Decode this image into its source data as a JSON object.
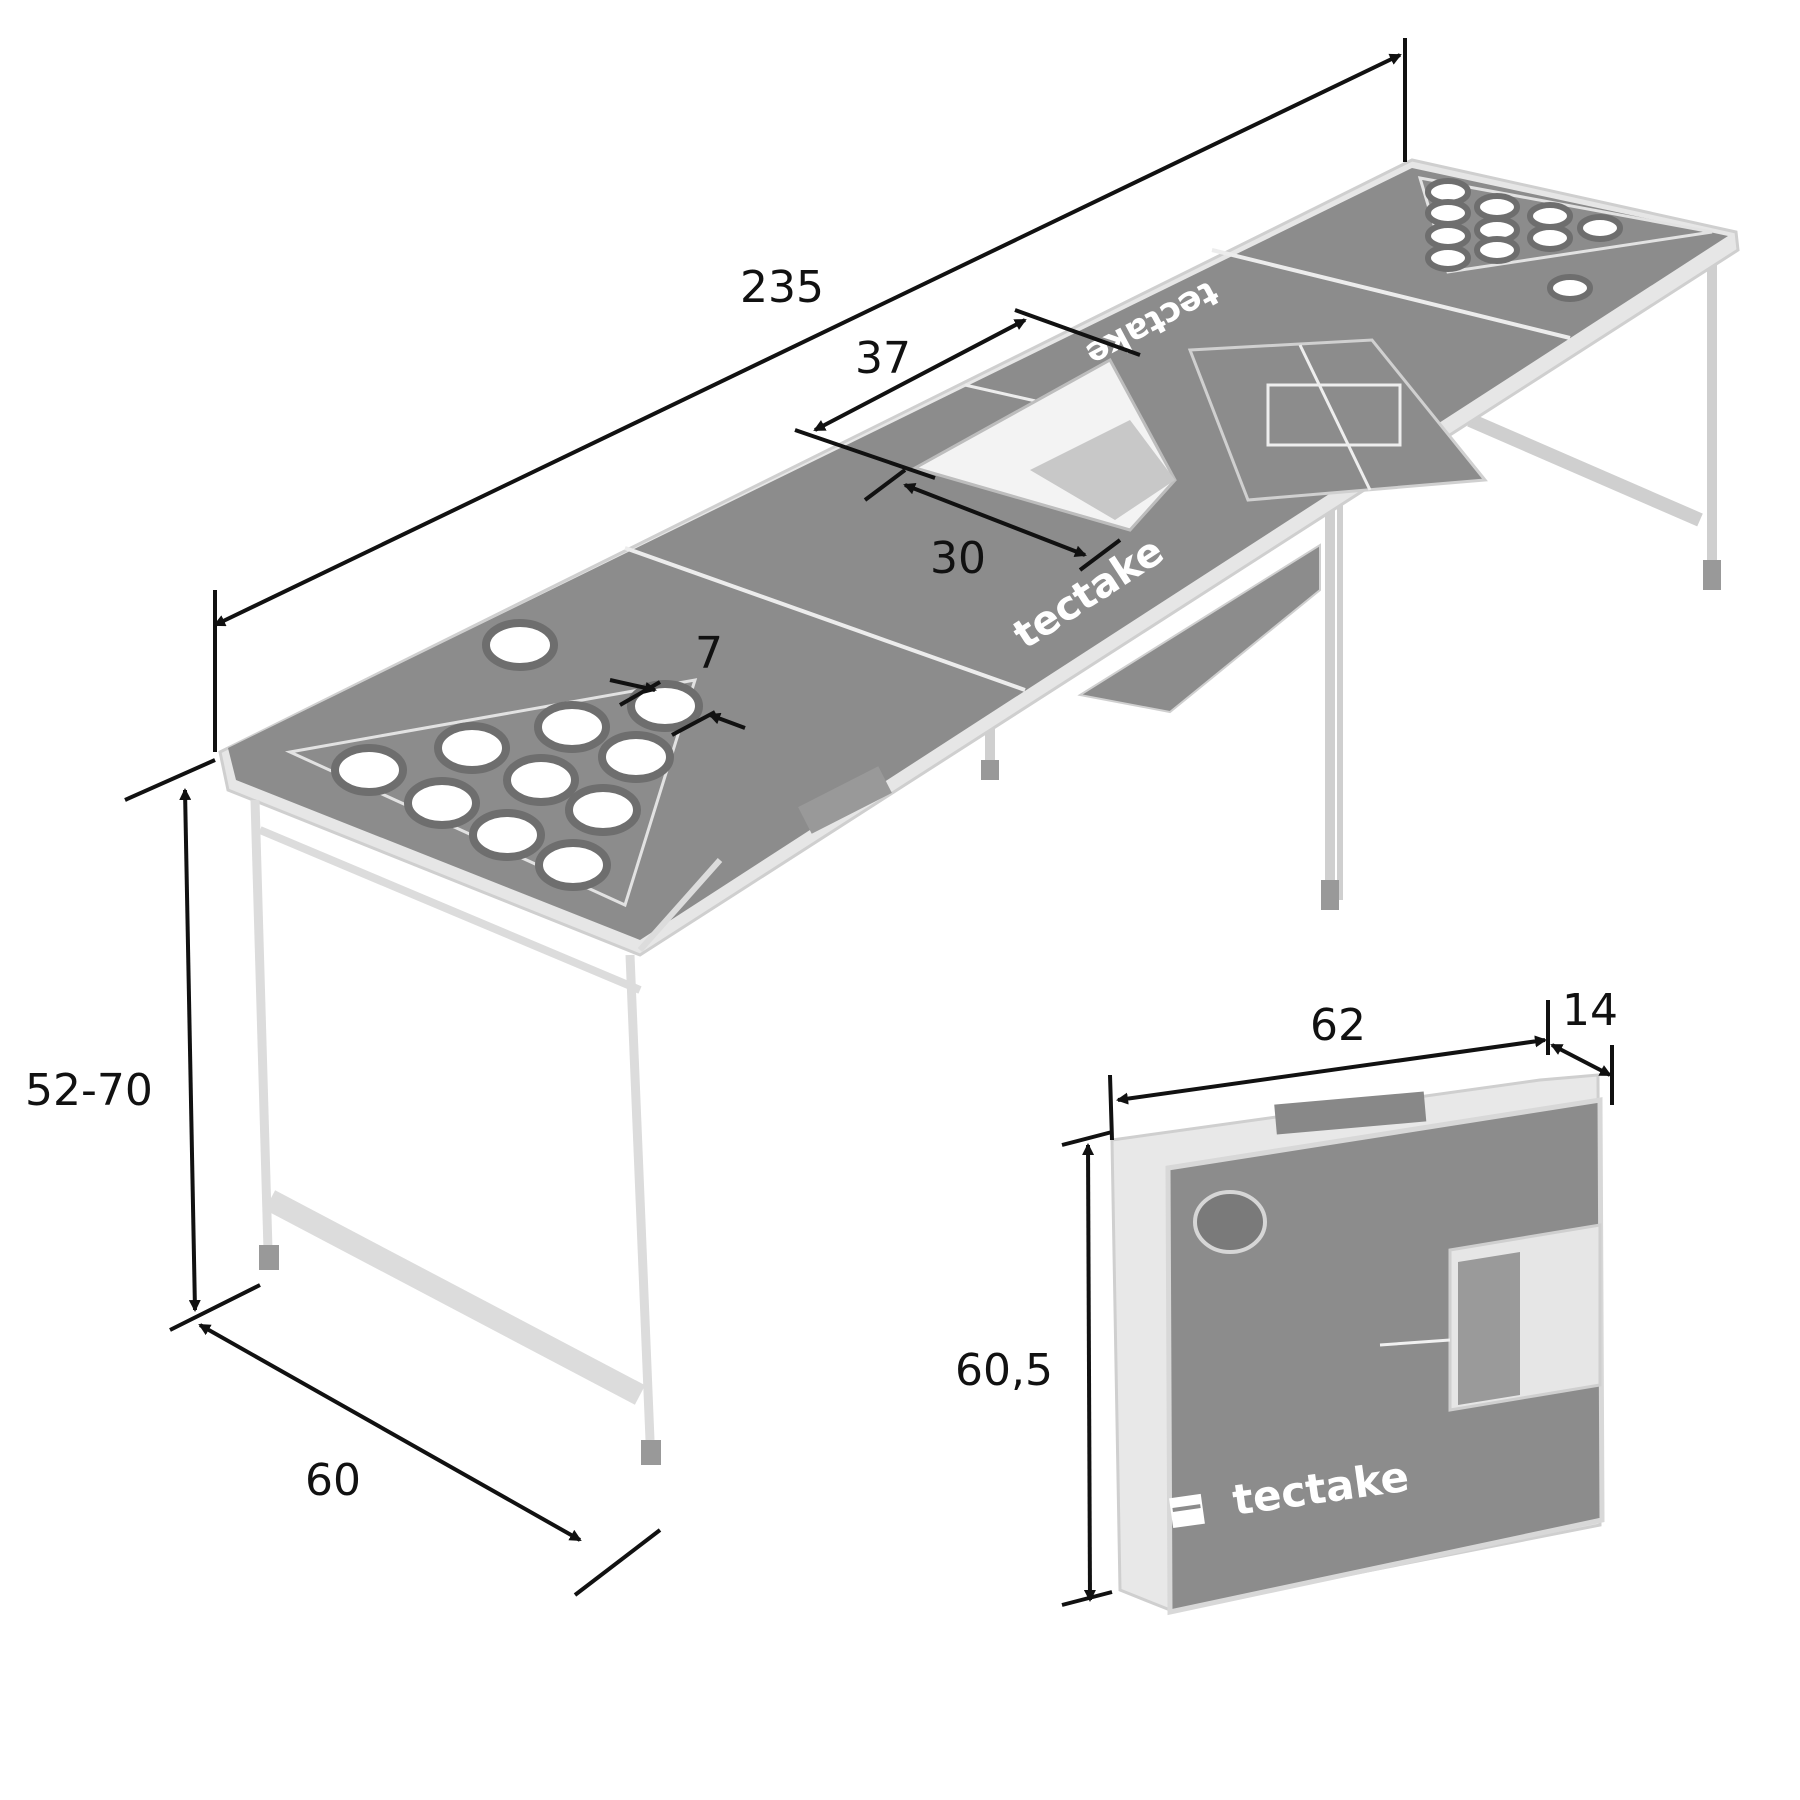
{
  "dimensions": {
    "length": "235",
    "cooler_length": "37",
    "cooler_width": "30",
    "cup_hole": "7",
    "height": "52-70",
    "width": "60",
    "folded_width": "62",
    "folded_depth": "14",
    "folded_height": "60,5"
  },
  "brand": {
    "name": "tectake"
  },
  "colors": {
    "table_top": "#8c8c8c",
    "frame": "#d9d9d9",
    "dimension_line": "#111111",
    "background": "#ffffff"
  },
  "icons": [
    "tectake-logo-icon"
  ]
}
